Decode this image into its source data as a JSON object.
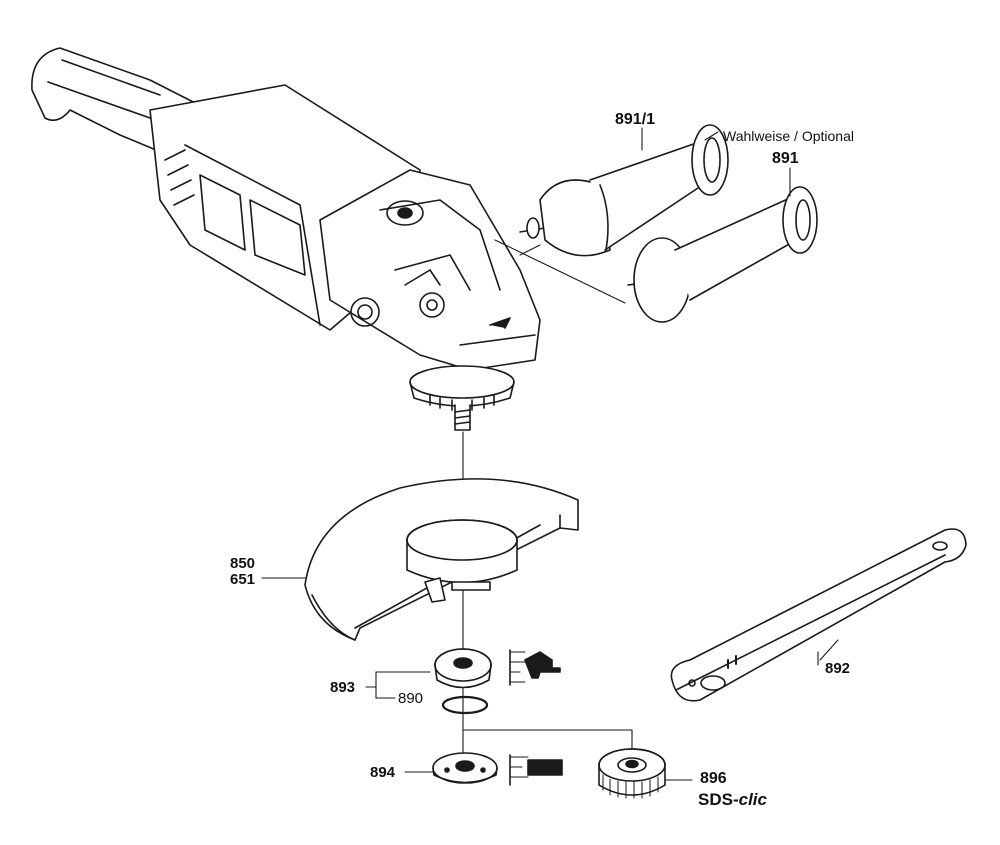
{
  "labels": {
    "p891_1": "891/1",
    "optional": "Wahlweise / Optional",
    "p891": "891",
    "p850": "850",
    "p651": "651",
    "p892": "892",
    "p893": "893",
    "p890": "890",
    "p894": "894",
    "p896": "896",
    "sds_prefix": "SDS-",
    "sds_suffix": "clic"
  }
}
